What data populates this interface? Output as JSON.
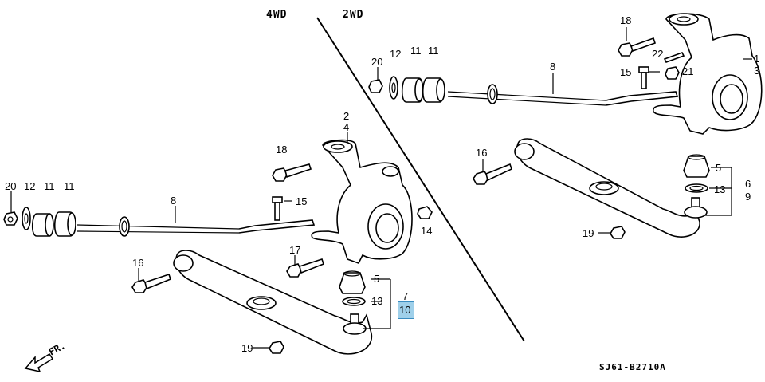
{
  "headers": {
    "left": "4WD",
    "right": "2WD"
  },
  "diagram_code": "SJ61-B2710A",
  "front_label": "FR.",
  "highlight_color": "#9fd0ea",
  "callouts_4wd": {
    "n20": "20",
    "n12": "12",
    "n11a": "11",
    "n11b": "11",
    "n8": "8",
    "n2": "2",
    "n4": "4",
    "n18": "18",
    "n15": "15",
    "n14": "14",
    "n16": "16",
    "n17": "17",
    "n5": "5",
    "n13": "13",
    "n7": "7",
    "n10": "10",
    "n19": "19"
  },
  "callouts_2wd": {
    "n20": "20",
    "n12": "12",
    "n11a": "11",
    "n11b": "11",
    "n8": "8",
    "n18": "18",
    "n22": "22",
    "n15": "15",
    "n21": "21",
    "n1": "1",
    "n3": "3",
    "n16": "16",
    "n5": "5",
    "n13": "13",
    "n6": "6",
    "n9": "9",
    "n19": "19"
  }
}
